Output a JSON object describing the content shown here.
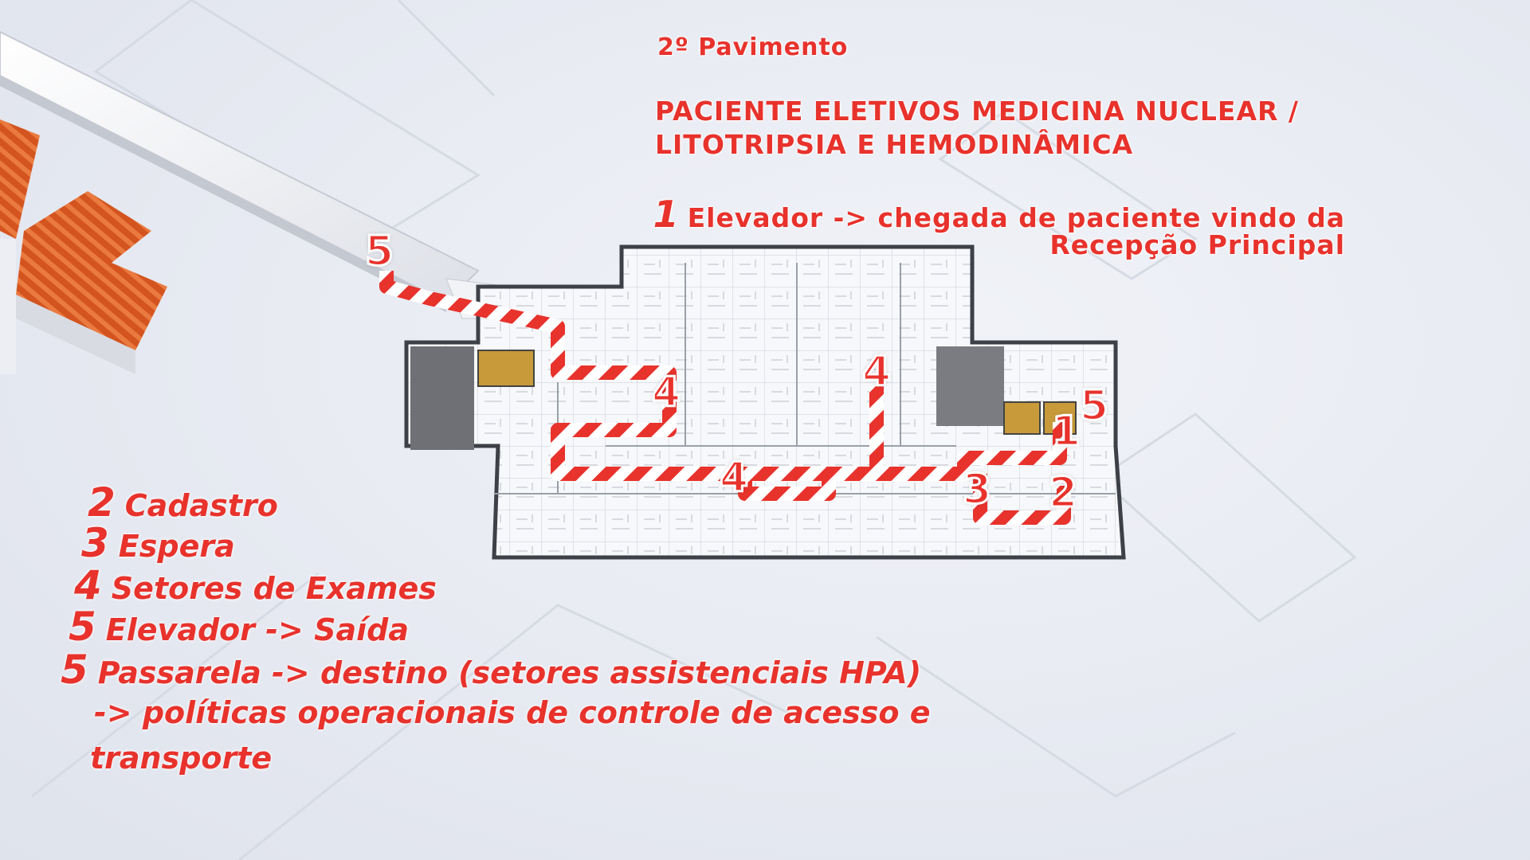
{
  "header": {
    "floor": "2º Pavimento",
    "title_line1": "PACIENTE ELETIVOS MEDICINA NUCLEAR /",
    "title_line2": "LITOTRIPSIA E HEMODINÂMICA"
  },
  "step1": {
    "number": "1",
    "line1": "Elevador -> chegada de paciente vindo da",
    "line2": "Recepção Principal"
  },
  "legend": [
    {
      "number": "2",
      "label": "Cadastro"
    },
    {
      "number": "3",
      "label": "Espera"
    },
    {
      "number": "4",
      "label": "Setores de Exames"
    },
    {
      "number": "5",
      "label": "Elevador -> Saída"
    },
    {
      "number": "5",
      "label": "Passarela -> destino (setores assistenciais HPA)"
    }
  ],
  "legend_continuation": {
    "line1": "-> políticas operacionais de controle de acesso e",
    "line2": "transporte"
  },
  "map_markers": {
    "m5_walkway": "5",
    "m4_left": "4",
    "m4_center": "4",
    "m4_top": "4",
    "m1_elevator": "1",
    "m5_right": "5",
    "m3_wait": "3",
    "m2_registration": "2"
  },
  "colors": {
    "accent": "#e8322c",
    "route_stripe": "#ffffff",
    "roof": "#e0622a",
    "background": "#e9ecf3"
  }
}
